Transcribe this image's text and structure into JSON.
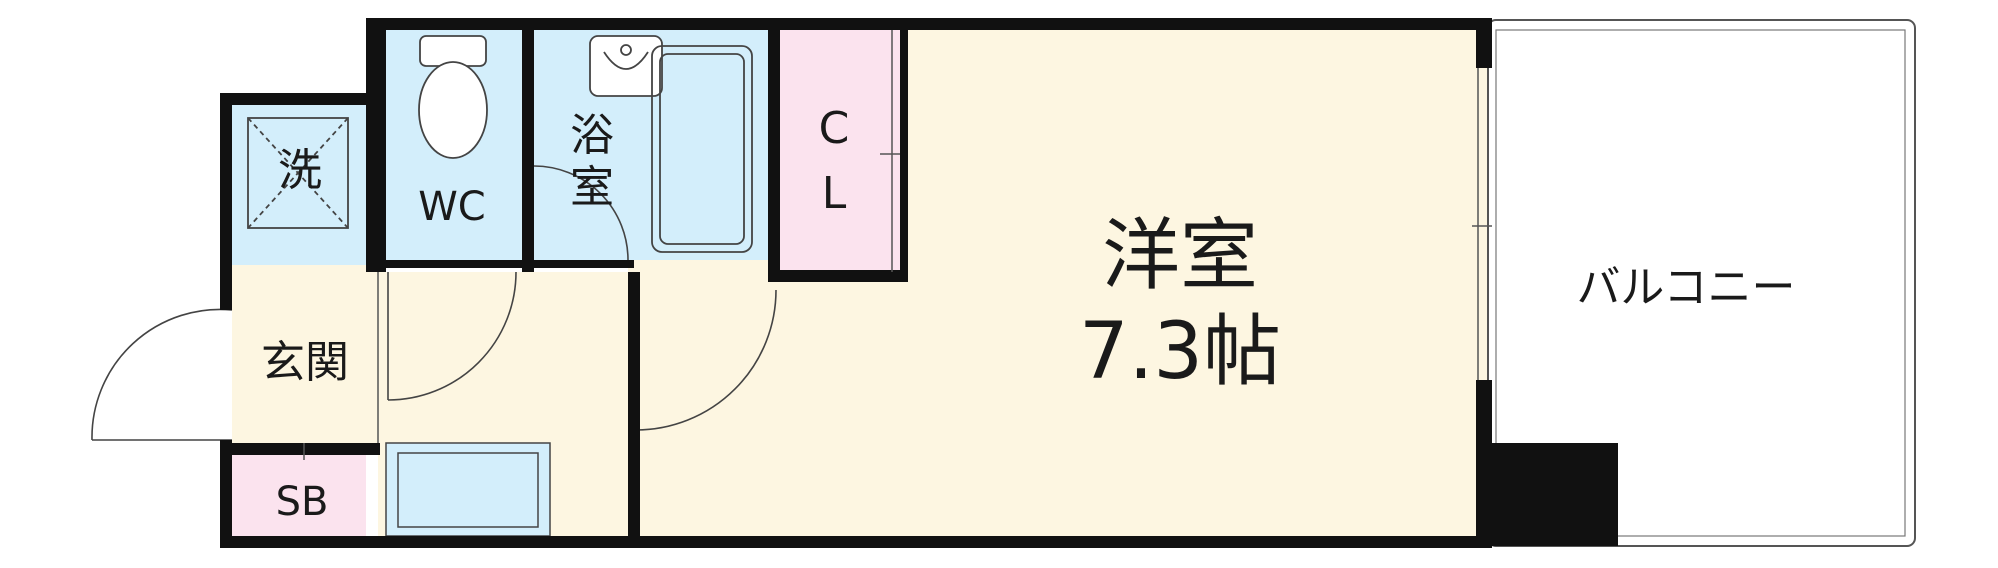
{
  "rooms": {
    "laundry": "洗",
    "wc": "WC",
    "bath_line1": "浴",
    "bath_line2": "室",
    "closet_line1": "C",
    "closet_line2": "L",
    "western_room": "洋室",
    "western_room_size": "7.3帖",
    "balcony": "バルコニー",
    "entrance": "玄関",
    "shoe_box": "SB"
  },
  "colors": {
    "wall": "#111111",
    "floor_cream": "#fdf6e1",
    "floor_blue": "#d3eefb",
    "floor_pink": "#fbe3ee",
    "balcony": "#ffffff"
  }
}
